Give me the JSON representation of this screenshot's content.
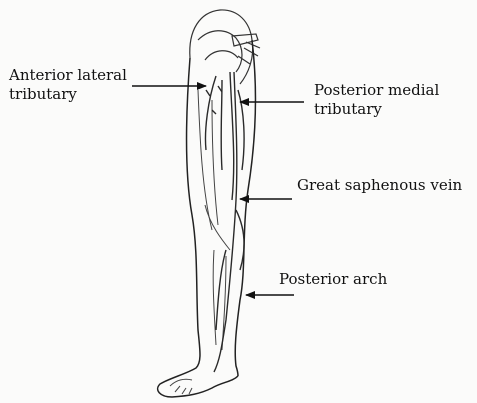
{
  "labels": {
    "anterior_lateral": {
      "line1": "Anterior lateral",
      "line2": "tributary"
    },
    "posterior_medial": {
      "line1": "Posterior medial",
      "line2": "tributary"
    },
    "great_saphenous": "Great saphenous vein",
    "posterior_arch": "Posterior arch"
  },
  "colors": {
    "ink": "#111111",
    "vein": "#2a2a2a",
    "paper": "#fbfbfa"
  }
}
